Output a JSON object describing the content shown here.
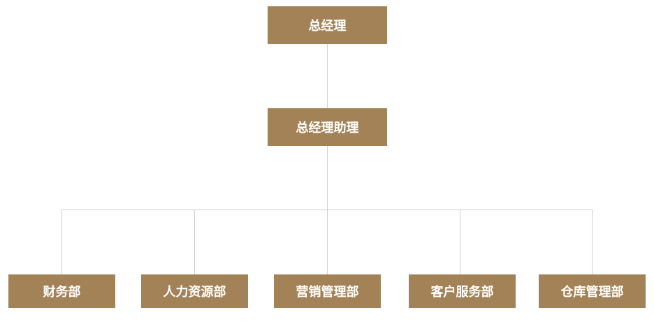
{
  "org_chart": {
    "top": {
      "label": "总经理"
    },
    "assistant": {
      "label": "总经理助理"
    },
    "departments": [
      {
        "label": "财务部"
      },
      {
        "label": "人力资源部"
      },
      {
        "label": "营销管理部"
      },
      {
        "label": "客户服务部"
      },
      {
        "label": "仓库管理部"
      }
    ]
  },
  "colors": {
    "node_fill": "#a48257",
    "node_text": "#ffffff",
    "connector": "#cfcfcf",
    "background": "#ffffff"
  }
}
